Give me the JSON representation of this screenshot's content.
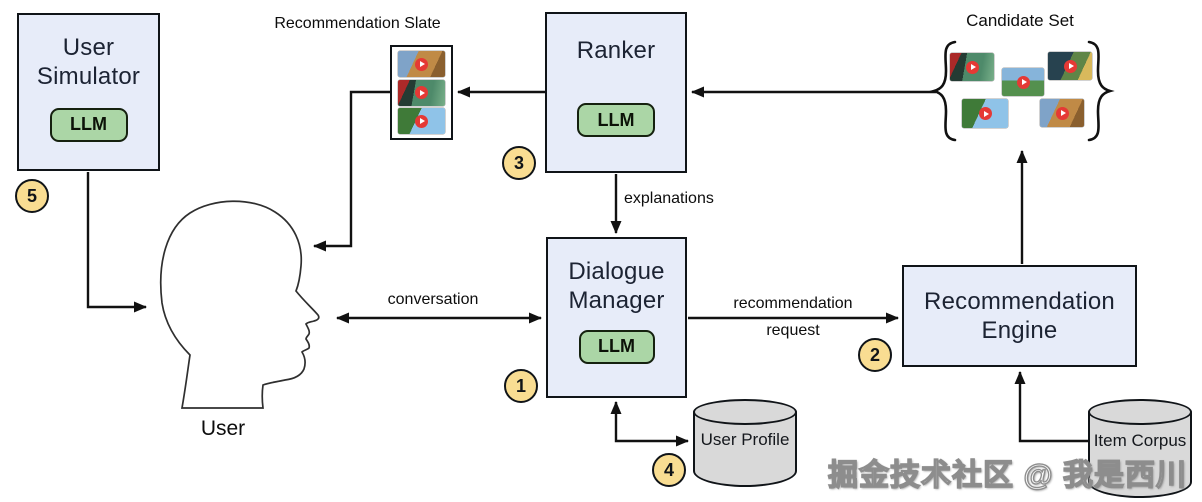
{
  "nodes": {
    "user_simulator": {
      "title": "User Simulator",
      "chip": "LLM",
      "step": "5"
    },
    "ranker": {
      "title": "Ranker",
      "chip": "LLM",
      "step": "3"
    },
    "dialogue_manager": {
      "title": "Dialogue Manager",
      "chip": "LLM",
      "step": "1"
    },
    "recommendation_engine": {
      "title": "Recommendation Engine",
      "step": "2"
    },
    "user": {
      "label": "User"
    },
    "user_profile": {
      "label": "User Profile",
      "step": "4"
    },
    "item_corpus": {
      "label": "Item Corpus"
    }
  },
  "labels": {
    "recommendation_slate": "Recommendation Slate",
    "candidate_set": "Candidate Set",
    "conversation": "conversation",
    "explanations": "explanations",
    "recommendation_request_line1": "recommendation",
    "recommendation_request_line2": "request"
  },
  "watermark": "掘金技术社区 @ 我是西川",
  "icons": {
    "play_button": "play-icon",
    "video_thumbnails_in_slate": 3,
    "video_thumbnails_in_candidate_set": 5
  },
  "colors": {
    "node_fill": "#e7ecf9",
    "node_border": "#101418",
    "llm_fill": "#abd6a6",
    "step_fill": "#f9dd92",
    "cylinder_fill": "#d9d9d9",
    "title_color": "#1c2333",
    "line_color": "#111111",
    "play_color": "#e53935"
  }
}
